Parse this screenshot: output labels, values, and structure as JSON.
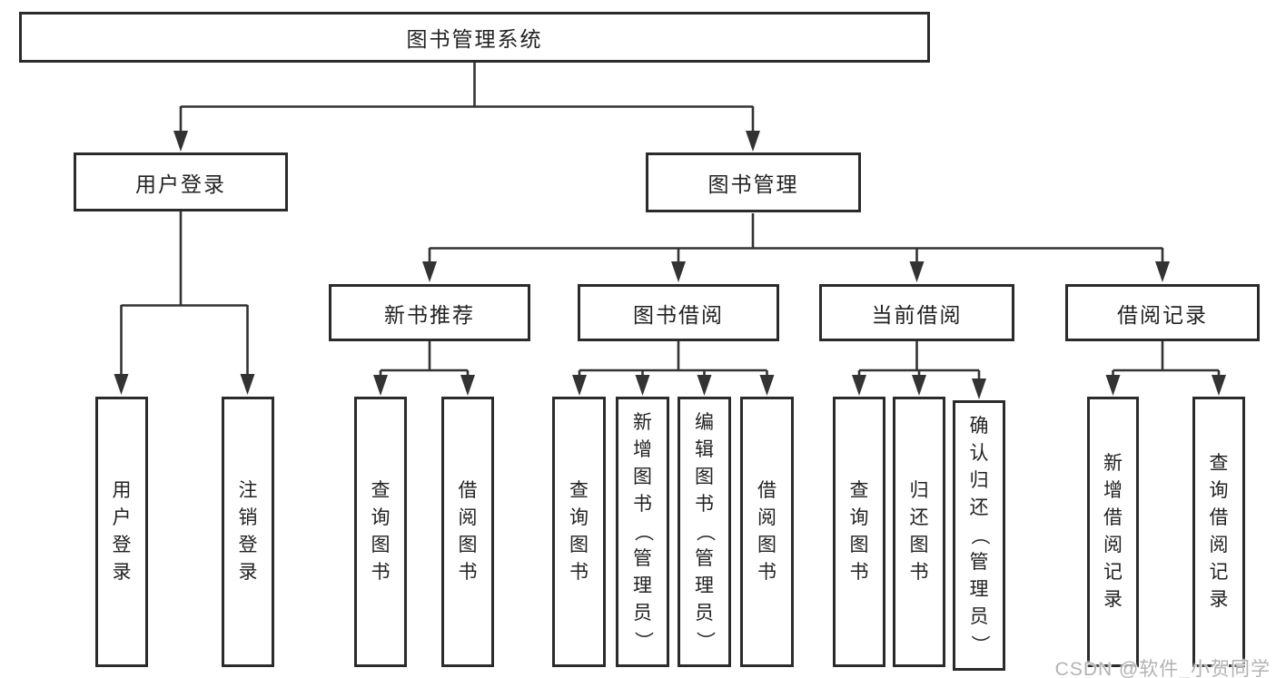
{
  "diagram": {
    "title": "图书管理系统",
    "branches": [
      {
        "label": "用户登录",
        "children": [
          "用户登录",
          "注销登录"
        ]
      },
      {
        "label": "图书管理",
        "children": [
          {
            "label": "新书推荐",
            "children": [
              "查询图书",
              "借阅图书"
            ]
          },
          {
            "label": "图书借阅",
            "children": [
              "查询图书",
              "新增图书（管理员）",
              "编辑图书（管理员）",
              "借阅图书"
            ]
          },
          {
            "label": "当前借阅",
            "children": [
              "查询图书",
              "归还图书",
              "确认归还（管理员）"
            ]
          },
          {
            "label": "借阅记录",
            "children": [
              "新增借阅记录",
              "查询借阅记录"
            ]
          }
        ]
      }
    ]
  },
  "watermark": "CSDN @软件_小贺同学",
  "colors": {
    "line": "#333333",
    "border": "#2b2b2b",
    "text": "#222222",
    "watermark": "#b3b3b3"
  }
}
